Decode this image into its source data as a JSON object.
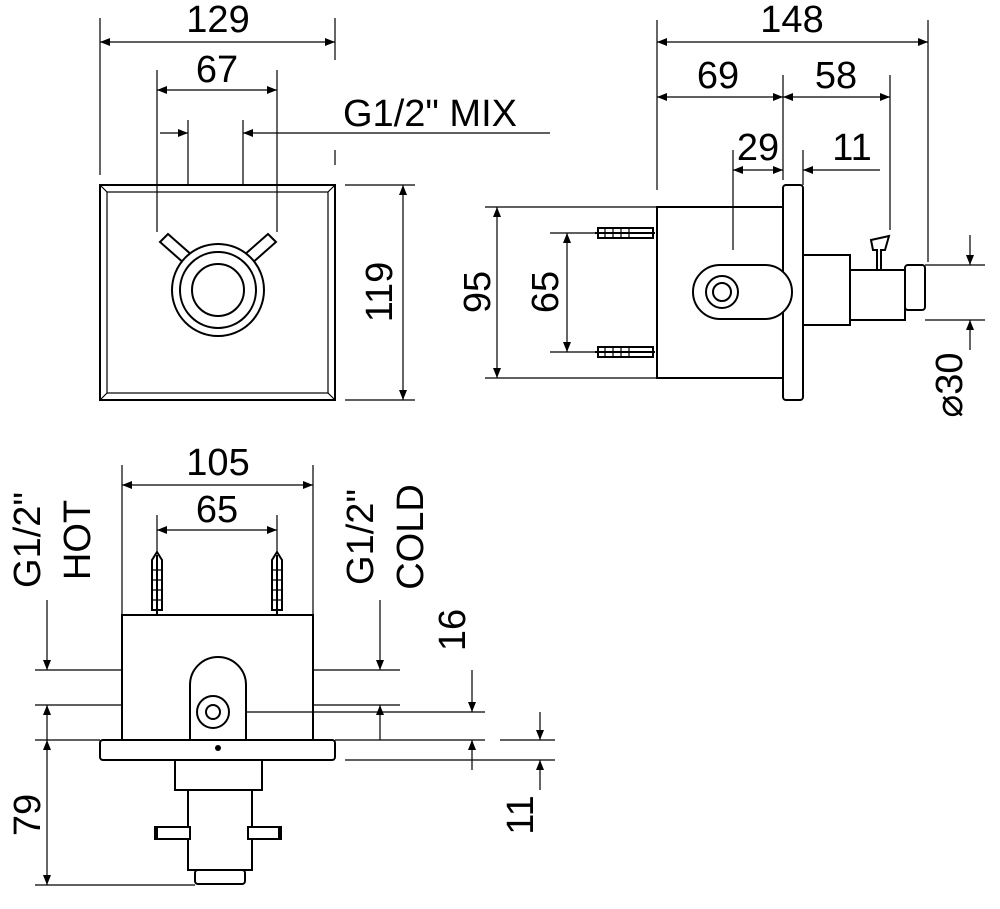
{
  "front_view": {
    "width_outer": "129",
    "width_inner": "67",
    "outlet_label": "G1/2\" MIX",
    "height": "119"
  },
  "side_view": {
    "depth_total": "148",
    "depth_body": "69",
    "depth_front": "58",
    "handle_offset": "29",
    "plate_offset": "11",
    "body_height": "95",
    "anchor_spacing": "65",
    "outlet_diameter": "⌀30"
  },
  "top_view": {
    "body_width": "105",
    "anchor_spacing": "65",
    "hot_label_line1": "G1/2\"",
    "hot_label_line2": "HOT",
    "cold_label_line1": "G1/2\"",
    "cold_label_line2": "COLD",
    "inlet_offset": "16",
    "projection": "79",
    "plate_thickness": "11"
  },
  "colors": {
    "line": "#000000",
    "background": "#ffffff"
  }
}
